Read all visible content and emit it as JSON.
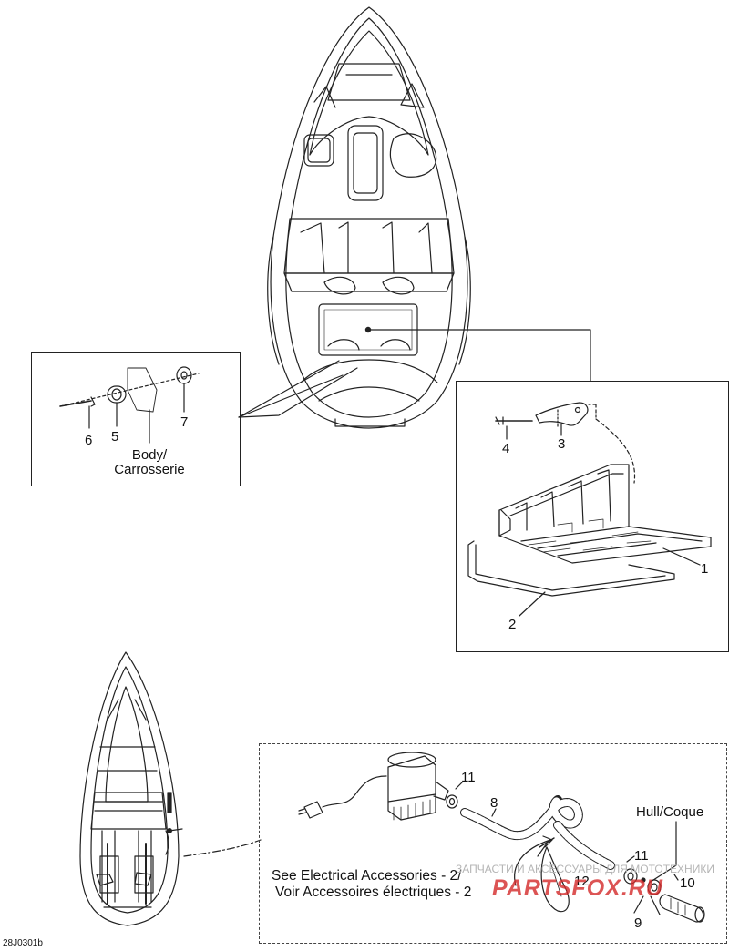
{
  "callouts": {
    "c1": "1",
    "c2": "2",
    "c3": "3",
    "c4": "4",
    "c5": "5",
    "c6": "6",
    "c7": "7",
    "c8": "8",
    "c9": "9",
    "c10": "10",
    "c11a": "11",
    "c11b": "11",
    "c12": "12"
  },
  "labels": {
    "body_line1": "Body/",
    "body_line2": "Carrosserie",
    "hull": "Hull/Coque",
    "see_line1": "See Electrical Accessories - 2/",
    "see_line2": "Voir Accessoires électriques - 2",
    "figure_code": "28J0301b"
  },
  "watermark": {
    "tagline": "ЗАПЧАСТИ И АКСЕССУАРЫ ДЛЯ МОТОТЕХНИКИ",
    "brand": "PARTSFOX.RU"
  },
  "colors": {
    "line": "#222222",
    "watermark_red": "#d42a2a",
    "watermark_gray": "#b5b5b5"
  }
}
